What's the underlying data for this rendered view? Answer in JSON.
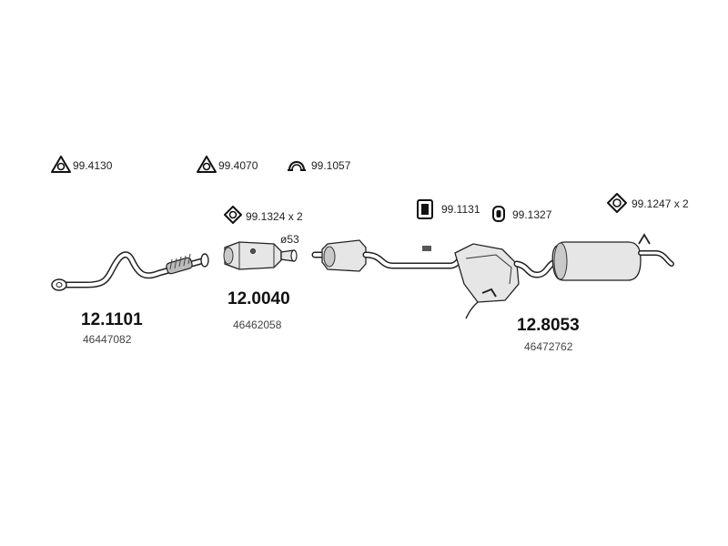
{
  "accessories": {
    "a1": {
      "code": "99.4130",
      "icon": "triangular-gasket-icon"
    },
    "a2": {
      "code": "99.4070",
      "icon": "triangular-gasket-icon"
    },
    "a3": {
      "code": "99.1057",
      "icon": "clamp-icon"
    },
    "a4": {
      "code": "99.1324 x 2",
      "icon": "diamond-gasket-icon"
    },
    "a5": {
      "code": "99.1131",
      "icon": "rubber-hanger-icon"
    },
    "a6": {
      "code": "99.1327",
      "icon": "rubber-ring-icon"
    },
    "a7": {
      "code": "99.1247 x 2",
      "icon": "diamond-gasket-icon"
    }
  },
  "parts": {
    "front_pipe": {
      "number": "12.1101",
      "oem": "46447082"
    },
    "catalyst": {
      "number": "12.0040",
      "oem": "46462058",
      "diameter": "ø53"
    },
    "rear_system": {
      "number": "12.8053",
      "oem": "46472762"
    }
  }
}
